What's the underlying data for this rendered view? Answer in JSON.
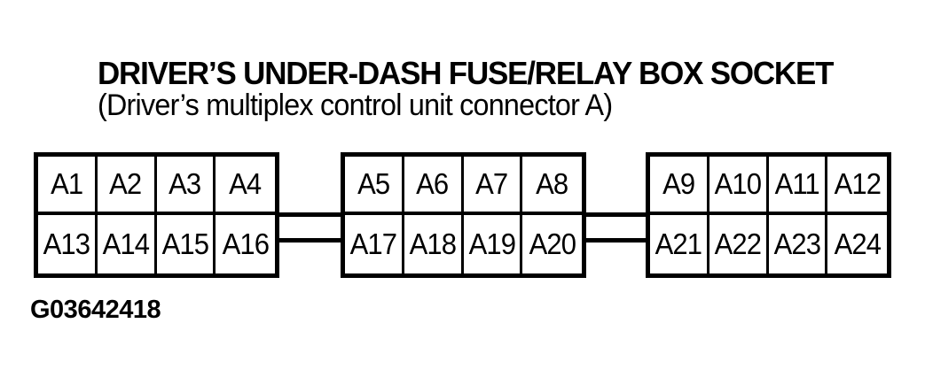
{
  "title": "DRIVER’S UNDER-DASH FUSE/RELAY BOX SOCKET",
  "subtitle": "(Driver’s multiplex control unit connector A)",
  "figure_code": "G03642418",
  "connector_blocks": [
    {
      "top_row": [
        "A1",
        "A2",
        "A3",
        "A4"
      ],
      "bottom_row": [
        "A13",
        "A14",
        "A15",
        "A16"
      ]
    },
    {
      "top_row": [
        "A5",
        "A6",
        "A7",
        "A8"
      ],
      "bottom_row": [
        "A17",
        "A18",
        "A19",
        "A20"
      ]
    },
    {
      "top_row": [
        "A9",
        "A10",
        "A11",
        "A12"
      ],
      "bottom_row": [
        "A21",
        "A22",
        "A23",
        "A24"
      ]
    }
  ],
  "colors": {
    "ink": "#000000",
    "paper": "#ffffff"
  }
}
